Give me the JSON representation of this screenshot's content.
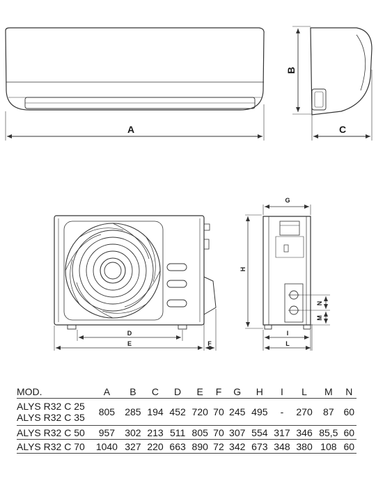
{
  "dimension_labels": {
    "indoor_width": "A",
    "indoor_height": "B",
    "indoor_depth": "C",
    "outdoor_feet_spacing": "D",
    "outdoor_width": "E",
    "outdoor_valve_offset": "F",
    "outdoor_top_depth": "G",
    "outdoor_height": "H",
    "outdoor_feet_depth": "I",
    "outdoor_depth": "L",
    "valve_spacing": "M",
    "valve_height": "N"
  },
  "table": {
    "columns": [
      "MOD.",
      "A",
      "B",
      "C",
      "D",
      "E",
      "F",
      "G",
      "H",
      "I",
      "L",
      "M",
      "N"
    ],
    "rows": [
      {
        "models": [
          "ALYS R32 C 25",
          "ALYS R32 C 35"
        ],
        "values": [
          "805",
          "285",
          "194",
          "452",
          "720",
          "70",
          "245",
          "495",
          "-",
          "270",
          "87",
          "60"
        ]
      },
      {
        "models": [
          "ALYS R32 C 50"
        ],
        "values": [
          "957",
          "302",
          "213",
          "511",
          "805",
          "70",
          "307",
          "554",
          "317",
          "346",
          "85,5",
          "60"
        ]
      },
      {
        "models": [
          "ALYS R32 C 70"
        ],
        "values": [
          "1040",
          "327",
          "220",
          "663",
          "890",
          "72",
          "342",
          "673",
          "348",
          "380",
          "108",
          "60"
        ]
      }
    ]
  }
}
